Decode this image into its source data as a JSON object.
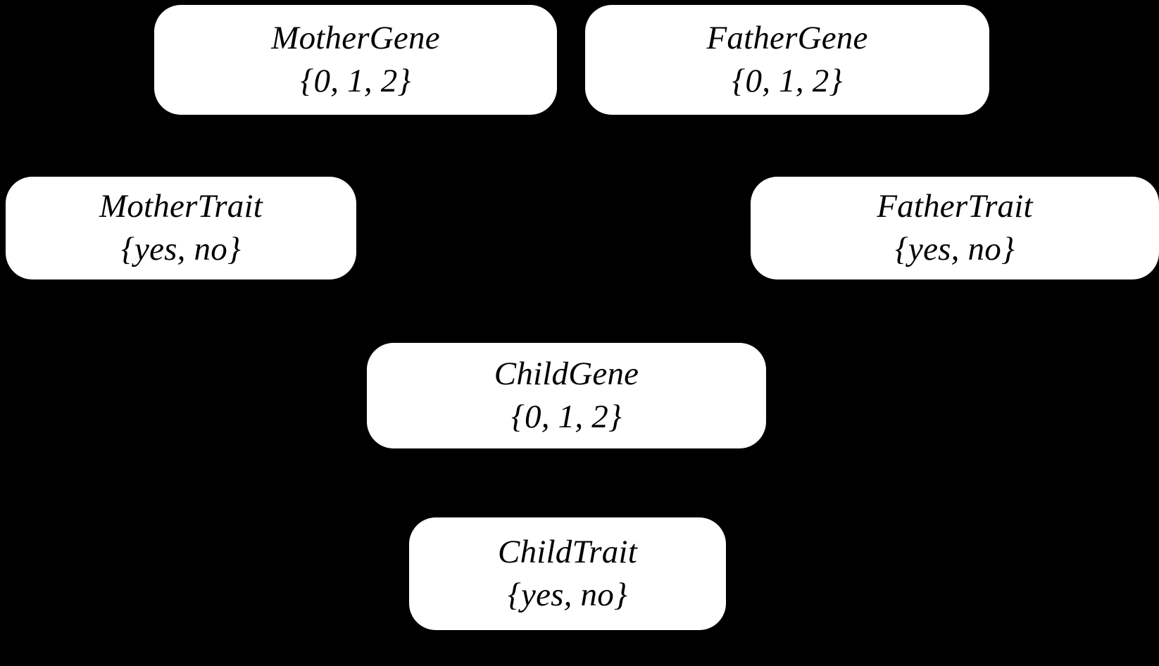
{
  "diagram": {
    "type": "bayesian-network",
    "background_color": "#000000",
    "node_fill_color": "#ffffff",
    "node_text_color": "#000000",
    "nodes": [
      {
        "id": "mother-gene",
        "title": "MotherGene",
        "domain": "{0, 1, 2}",
        "domain_values": [
          "0",
          "1",
          "2"
        ]
      },
      {
        "id": "father-gene",
        "title": "FatherGene",
        "domain": "{0, 1, 2}",
        "domain_values": [
          "0",
          "1",
          "2"
        ]
      },
      {
        "id": "mother-trait",
        "title": "MotherTrait",
        "domain": "{yes, no}",
        "domain_values": [
          "yes",
          "no"
        ]
      },
      {
        "id": "father-trait",
        "title": "FatherTrait",
        "domain": "{yes, no}",
        "domain_values": [
          "yes",
          "no"
        ]
      },
      {
        "id": "child-gene",
        "title": "ChildGene",
        "domain": "{0, 1, 2}",
        "domain_values": [
          "0",
          "1",
          "2"
        ]
      },
      {
        "id": "child-trait",
        "title": "ChildTrait",
        "domain": "{yes, no}",
        "domain_values": [
          "yes",
          "no"
        ]
      }
    ]
  }
}
